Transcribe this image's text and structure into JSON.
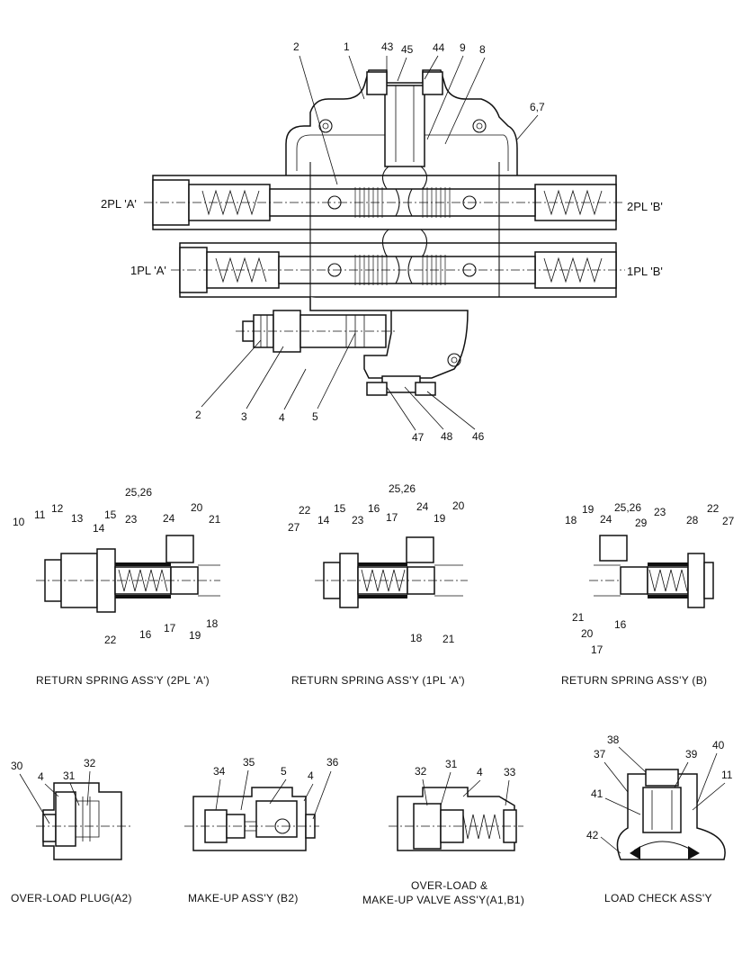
{
  "main_view": {
    "ports": {
      "p2a": "2PL 'A'",
      "p2b": "2PL 'B'",
      "p1a": "1PL 'A'",
      "p1b": "1PL 'B'"
    },
    "callouts_top": [
      "2",
      "1",
      "43",
      "45",
      "44",
      "9",
      "8",
      "6,7"
    ],
    "callouts_bottom": [
      "2",
      "3",
      "4",
      "5",
      "47",
      "48",
      "46"
    ]
  },
  "detail_views": [
    {
      "caption": "RETURN SPRING ASS'Y (2PL 'A')",
      "callouts": [
        "10",
        "11",
        "12",
        "13",
        "14",
        "15",
        "23",
        "25,26",
        "24",
        "20",
        "21",
        "22",
        "16",
        "17",
        "18",
        "19"
      ]
    },
    {
      "caption": "RETURN SPRING ASS'Y (1PL 'A')",
      "callouts": [
        "27",
        "22",
        "14",
        "15",
        "23",
        "16",
        "25,26",
        "17",
        "24",
        "19",
        "20",
        "18",
        "21"
      ]
    },
    {
      "caption": "RETURN SPRING ASS'Y (B)",
      "callouts": [
        "18",
        "19",
        "24",
        "25,26",
        "29",
        "23",
        "28",
        "22",
        "27",
        "21",
        "20",
        "16",
        "17"
      ]
    },
    {
      "caption": "OVER-LOAD PLUG(A2)",
      "callouts": [
        "30",
        "4",
        "31",
        "32"
      ]
    },
    {
      "caption": "MAKE-UP ASS'Y (B2)",
      "callouts": [
        "34",
        "35",
        "5",
        "4",
        "36"
      ]
    },
    {
      "caption_line1": "OVER-LOAD &",
      "caption_line2": "MAKE-UP VALVE ASS'Y(A1,B1)",
      "callouts": [
        "32",
        "31",
        "4",
        "33"
      ]
    },
    {
      "caption": "LOAD CHECK ASS'Y",
      "callouts": [
        "38",
        "37",
        "39",
        "40",
        "11",
        "41",
        "42"
      ]
    }
  ]
}
